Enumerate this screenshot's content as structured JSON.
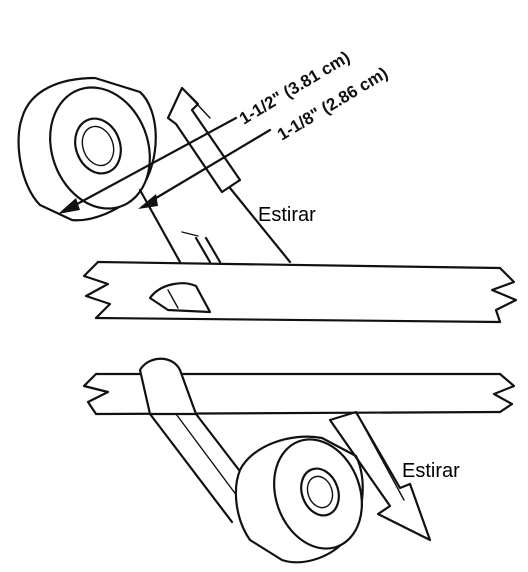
{
  "labels": {
    "stretch_top": "Estirar",
    "stretch_bottom": "Estirar",
    "dimension_outer": "1-1/2\" (3.81 cm)",
    "dimension_inner": "1-1/8\" (2.86 cm)"
  },
  "colors": {
    "ink": "#111111",
    "paper": "#ffffff"
  }
}
